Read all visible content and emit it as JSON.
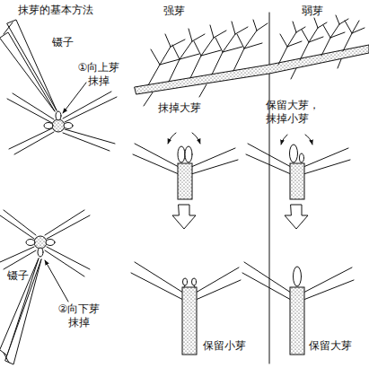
{
  "diagram": {
    "title": "抹芽的基本方法",
    "labels": [
      "镊子",
      "①向上芽 抹掉",
      "镊子",
      "②向下芽 抹掉",
      "强芽",
      "弱芽",
      "抹掉大芽",
      "保留大芽， 抹掉小芽",
      "保留小芽",
      "保留大芽"
    ]
  }
}
